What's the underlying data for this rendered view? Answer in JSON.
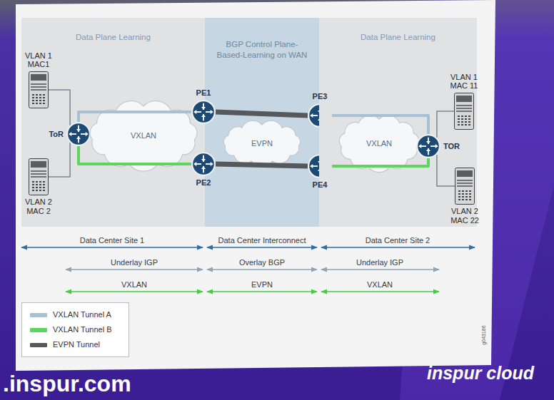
{
  "diagram": {
    "nodes": [
      {
        "text": [
          "Data Plane Learning"
        ]
      },
      {
        "text": [
          "BGP Control Plane-Based-Learning on WAN"
        ]
      },
      {
        "text": [
          "Data Plane Learning"
        ]
      },
      {
        "text": [
          "VLAN 1 MAC1"
        ],
        "in": 0
      },
      {
        "text": [
          "VLAN 2 MAC 2"
        ],
        "in": 0
      },
      {
        "text": [
          "ToR"
        ],
        "in": 0
      },
      {
        "text": [
          "VXLAN"
        ],
        "in": 0
      },
      {
        "text": [
          "PE1"
        ],
        "in": 1
      },
      {
        "text": [
          "PE2"
        ],
        "in": 1
      },
      {
        "text": [
          "EVPN"
        ],
        "in": 1
      },
      {
        "text": [
          "PE3"
        ],
        "in": 1
      },
      {
        "text": [
          "PE4"
        ],
        "in": 1
      },
      {
        "text": [
          "VXLAN"
        ],
        "in": 2
      },
      {
        "text": [
          "TOR"
        ],
        "in": 2
      },
      {
        "text": [
          "VLAN 1 MAC 11"
        ],
        "in": 2
      },
      {
        "text": [
          "VLAN 2 MAC 22"
        ],
        "in": 2
      }
    ],
    "edges": [
      {
        "from": 3,
        "to": 5,
        "arrow": "none"
      },
      {
        "from": 4,
        "to": 5,
        "arrow": "none"
      },
      {
        "from": 5,
        "to": 7,
        "arrow": "none"
      },
      {
        "from": 5,
        "to": 8,
        "arrow": "none"
      },
      {
        "from": 7,
        "to": 10,
        "arrow": "none"
      },
      {
        "from": 8,
        "to": 11,
        "arrow": "none"
      },
      {
        "from": 10,
        "to": 13,
        "arrow": "none"
      },
      {
        "from": 11,
        "to": 13,
        "arrow": "none"
      },
      {
        "from": 13,
        "to": 14,
        "arrow": "none"
      },
      {
        "from": 13,
        "to": 15,
        "arrow": "none"
      }
    ],
    "labels": [
      "Data Center Site 1",
      "Data Center Interconnect",
      "Data Center Site 2",
      "Underlay IGP",
      "Overlay BGP",
      "Underlay IGP",
      "VXLAN",
      "EVPN",
      "VXLAN",
      "g043186",
      ".inspur.com",
      "inspur cloud"
    ],
    "legend": [
      {
        "text": "VXLAN Tunnel A",
        "color": "#a7c0d4"
      },
      {
        "text": "VXLAN Tunnel B",
        "color": "#5ed65e"
      },
      {
        "text": "EVPN Tunnel",
        "color": "#56595c"
      }
    ]
  }
}
